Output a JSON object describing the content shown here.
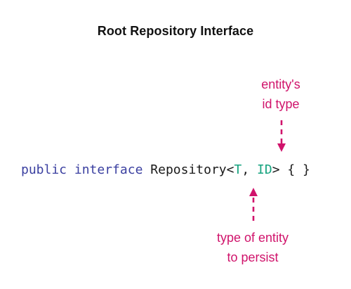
{
  "title": "Root Repository Interface",
  "colors": {
    "annotation": "#d0136b",
    "keyword": "#3a3fa0",
    "generic": "#16a37f",
    "text": "#1a1a1a"
  },
  "code": {
    "kw_public": "public",
    "space1": " ",
    "kw_interface": "interface",
    "space2": " ",
    "name": "Repository<",
    "type_param_t": "T",
    "sep": ", ",
    "type_param_id": "ID",
    "tail": "> { }"
  },
  "annotations": {
    "id_type": {
      "line1": "entity's",
      "line2": "id type",
      "arrow": "arrow-down"
    },
    "entity_type": {
      "line1": "type of entity",
      "line2": "to persist",
      "arrow": "arrow-up"
    }
  }
}
